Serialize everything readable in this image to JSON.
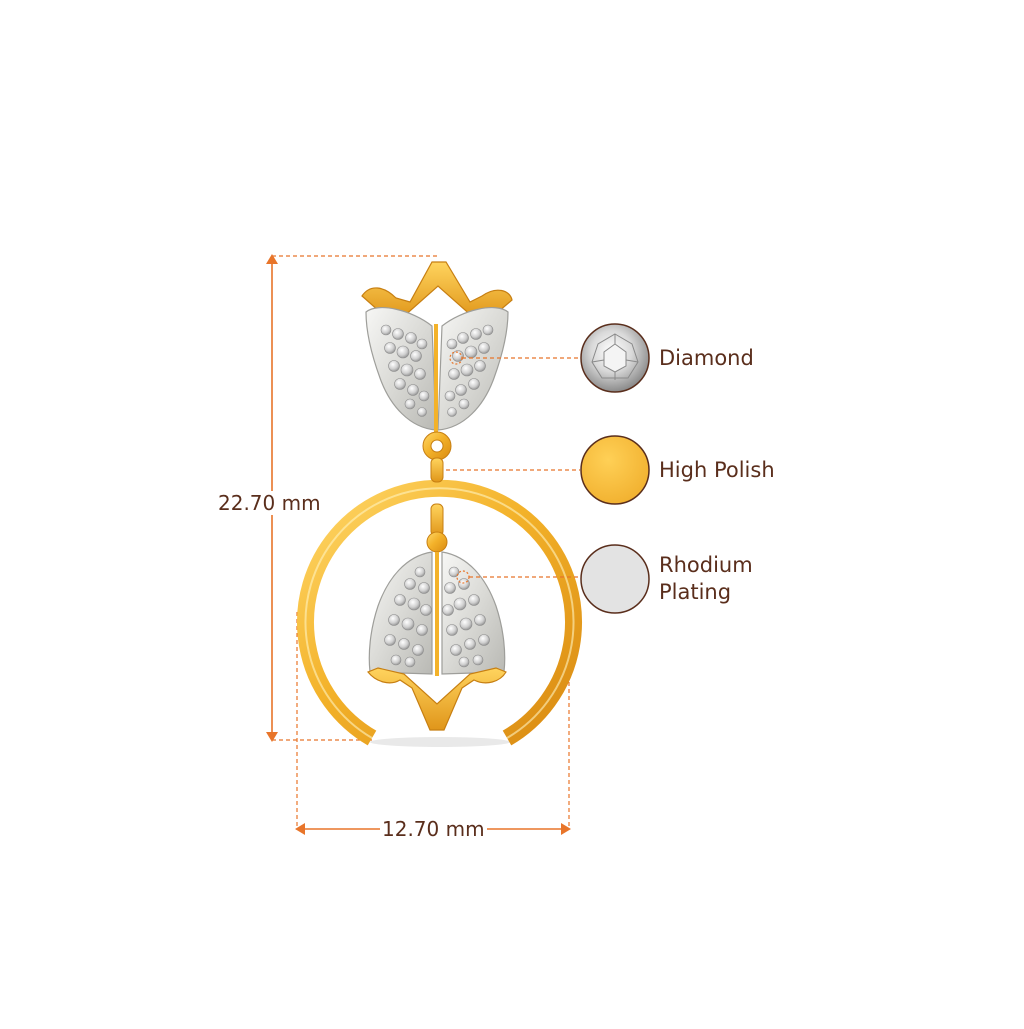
{
  "dimensions": {
    "height_label": "22.70 mm",
    "width_label": "12.70 mm"
  },
  "materials": [
    {
      "name": "Diamond"
    },
    {
      "name": "High Polish"
    },
    {
      "name": "Rhodium Plating"
    }
  ],
  "colors": {
    "dimension_line": "#e8752a",
    "text": "#5a2e1c",
    "gold": "#f3b62f",
    "rhodium": "#e3e3e3",
    "swatch_border": "#5a2e1c"
  }
}
